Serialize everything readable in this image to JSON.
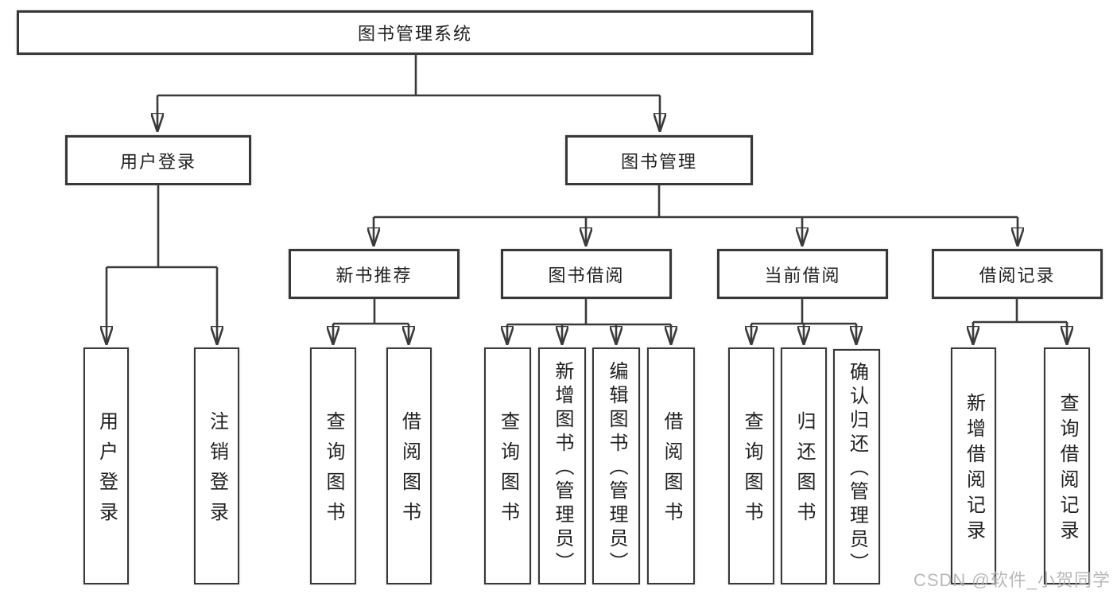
{
  "diagram": {
    "colors": {
      "line": "#3a3a3a",
      "box_border": "#383838",
      "text": "#1f1f1f",
      "watermark": "#b2b2b6",
      "background": "#ffffff"
    },
    "tree": {
      "label": "图书管理系统",
      "children": [
        {
          "label": "用户登录",
          "children": [
            {
              "label": "用户登录"
            },
            {
              "label": "注销登录"
            }
          ]
        },
        {
          "label": "图书管理",
          "children": [
            {
              "label": "新书推荐",
              "children": [
                {
                  "label": "查询图书"
                },
                {
                  "label": "借阅图书"
                }
              ]
            },
            {
              "label": "图书借阅",
              "children": [
                {
                  "label": "查询图书"
                },
                {
                  "label": "新增图书（管理员）"
                },
                {
                  "label": "编辑图书（管理员）"
                },
                {
                  "label": "借阅图书"
                }
              ]
            },
            {
              "label": "当前借阅",
              "children": [
                {
                  "label": "查询图书"
                },
                {
                  "label": "归还图书"
                },
                {
                  "label": "确认归还（管理员）"
                }
              ]
            },
            {
              "label": "借阅记录",
              "children": [
                {
                  "label": "新增借阅记录"
                },
                {
                  "label": "查询借阅记录"
                }
              ]
            }
          ]
        }
      ]
    },
    "watermark": {
      "text": "CSDN @软件_小贺同学"
    }
  }
}
